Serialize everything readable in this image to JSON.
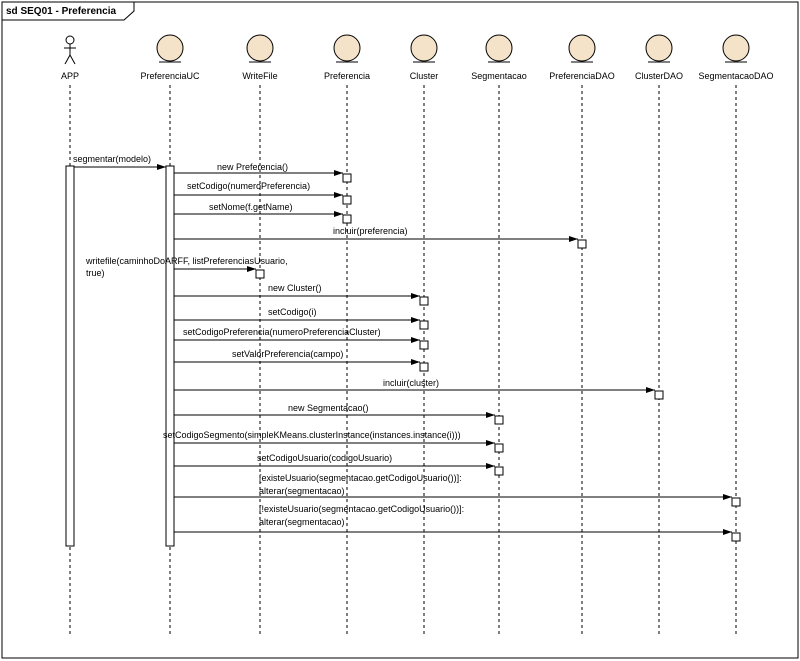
{
  "frame": {
    "title": "sd SEQ01 - Preferencia"
  },
  "lifelines": [
    {
      "id": "app",
      "name": "APP",
      "kind": "actor"
    },
    {
      "id": "uc",
      "name": "PreferenciaUC",
      "kind": "entity"
    },
    {
      "id": "wf",
      "name": "WriteFile",
      "kind": "entity"
    },
    {
      "id": "pref",
      "name": "Preferencia",
      "kind": "entity"
    },
    {
      "id": "cluster",
      "name": "Cluster",
      "kind": "entity"
    },
    {
      "id": "seg",
      "name": "Segmentacao",
      "kind": "entity"
    },
    {
      "id": "prefdao",
      "name": "PreferenciaDAO",
      "kind": "entity"
    },
    {
      "id": "clusterdao",
      "name": "ClusterDAO",
      "kind": "entity"
    },
    {
      "id": "segdao",
      "name": "SegmentacaoDAO",
      "kind": "entity"
    }
  ],
  "messages": [
    {
      "from": "app",
      "to": "uc",
      "lines": [
        "segmentar(modelo)"
      ]
    },
    {
      "from": "uc",
      "to": "pref",
      "lines": [
        "new Preferencia()"
      ]
    },
    {
      "from": "uc",
      "to": "pref",
      "lines": [
        "setCodigo(numeroPreferencia)"
      ]
    },
    {
      "from": "uc",
      "to": "pref",
      "lines": [
        "setNome(f.getName)"
      ]
    },
    {
      "from": "uc",
      "to": "prefdao",
      "lines": [
        "incluir(preferencia)"
      ]
    },
    {
      "from": "uc",
      "to": "wf",
      "lines": [
        "writefile(caminhoDoARFF, listPreferenciasUsuario,",
        "true)"
      ]
    },
    {
      "from": "uc",
      "to": "cluster",
      "lines": [
        "new Cluster()"
      ]
    },
    {
      "from": "uc",
      "to": "cluster",
      "lines": [
        "setCodigo(i)"
      ]
    },
    {
      "from": "uc",
      "to": "cluster",
      "lines": [
        "setCodigoPreferencia(numeroPreferenciaCluster)"
      ]
    },
    {
      "from": "uc",
      "to": "cluster",
      "lines": [
        "setValorPreferencia(campo)"
      ]
    },
    {
      "from": "uc",
      "to": "clusterdao",
      "lines": [
        "incluir(cluster)"
      ]
    },
    {
      "from": "uc",
      "to": "seg",
      "lines": [
        "new Segmentacao()"
      ]
    },
    {
      "from": "uc",
      "to": "seg",
      "lines": [
        "setCodigoSegmento(simpleKMeans.clusterInstance(instances.instance(i)))"
      ]
    },
    {
      "from": "uc",
      "to": "seg",
      "lines": [
        "setCodigoUsuario(codigoUsuario)"
      ]
    },
    {
      "from": "uc",
      "to": "segdao",
      "lines": [
        "[existeUsuario(segmentacao.getCodigoUsuario())]:",
        "alterar(segmentacao)"
      ]
    },
    {
      "from": "uc",
      "to": "segdao",
      "lines": [
        "[!existeUsuario(segmentacao.getCodigoUsuario())]:",
        "alterar(segmentacao)"
      ]
    }
  ]
}
